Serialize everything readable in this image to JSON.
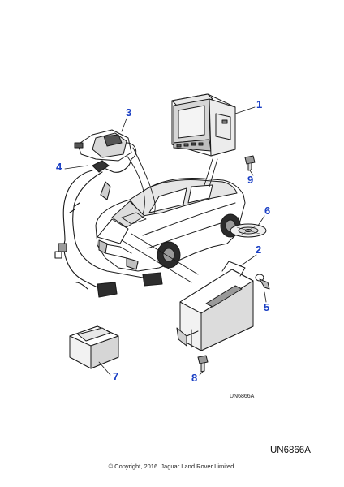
{
  "callouts": [
    "1",
    "2",
    "3",
    "4",
    "5",
    "6",
    "7",
    "8",
    "9"
  ],
  "small_code": "UN6866A",
  "large_code": "UN6866A",
  "copyright": "© Copyright, 2016. Jaguar Land Rover Limited.",
  "colors": {
    "callout": "#1a3fc4",
    "line": "#1a1a1a",
    "fill_dark": "#cfcfcf",
    "fill_light": "#f2f2f2"
  },
  "icons": [
    "navigation-display-unit",
    "navigation-control-module",
    "gps-antenna",
    "antenna-harness",
    "clip",
    "map-disc",
    "manual-box",
    "screw",
    "screw"
  ]
}
